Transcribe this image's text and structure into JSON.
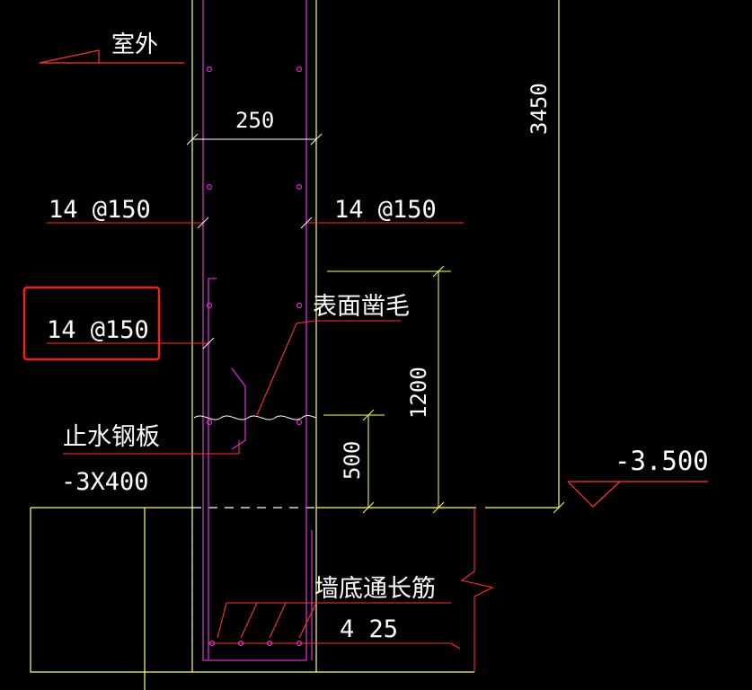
{
  "drawing": {
    "background": "#000000",
    "colors": {
      "concrete": "#ffff66",
      "rebar": "#cc33cc",
      "leader": "#ff3333",
      "text": "#ffffff",
      "highlight": "#e8261e"
    },
    "labels": {
      "outdoor": "室外",
      "wall_thickness": "250",
      "rebar_outer_left": "14 @150",
      "rebar_outer_right": "14 @150",
      "rebar_highlighted": "14 @150",
      "surface_roughen": "表面凿毛",
      "waterstop_name": "止水钢板",
      "waterstop_size": "-3X400",
      "dim_height_total": "3450",
      "dim_height_1200": "1200",
      "dim_height_500": "500",
      "elevation": "-3.500",
      "bottom_bars_name": "墙底通长筋",
      "bottom_bars_spec": "4 25"
    }
  }
}
